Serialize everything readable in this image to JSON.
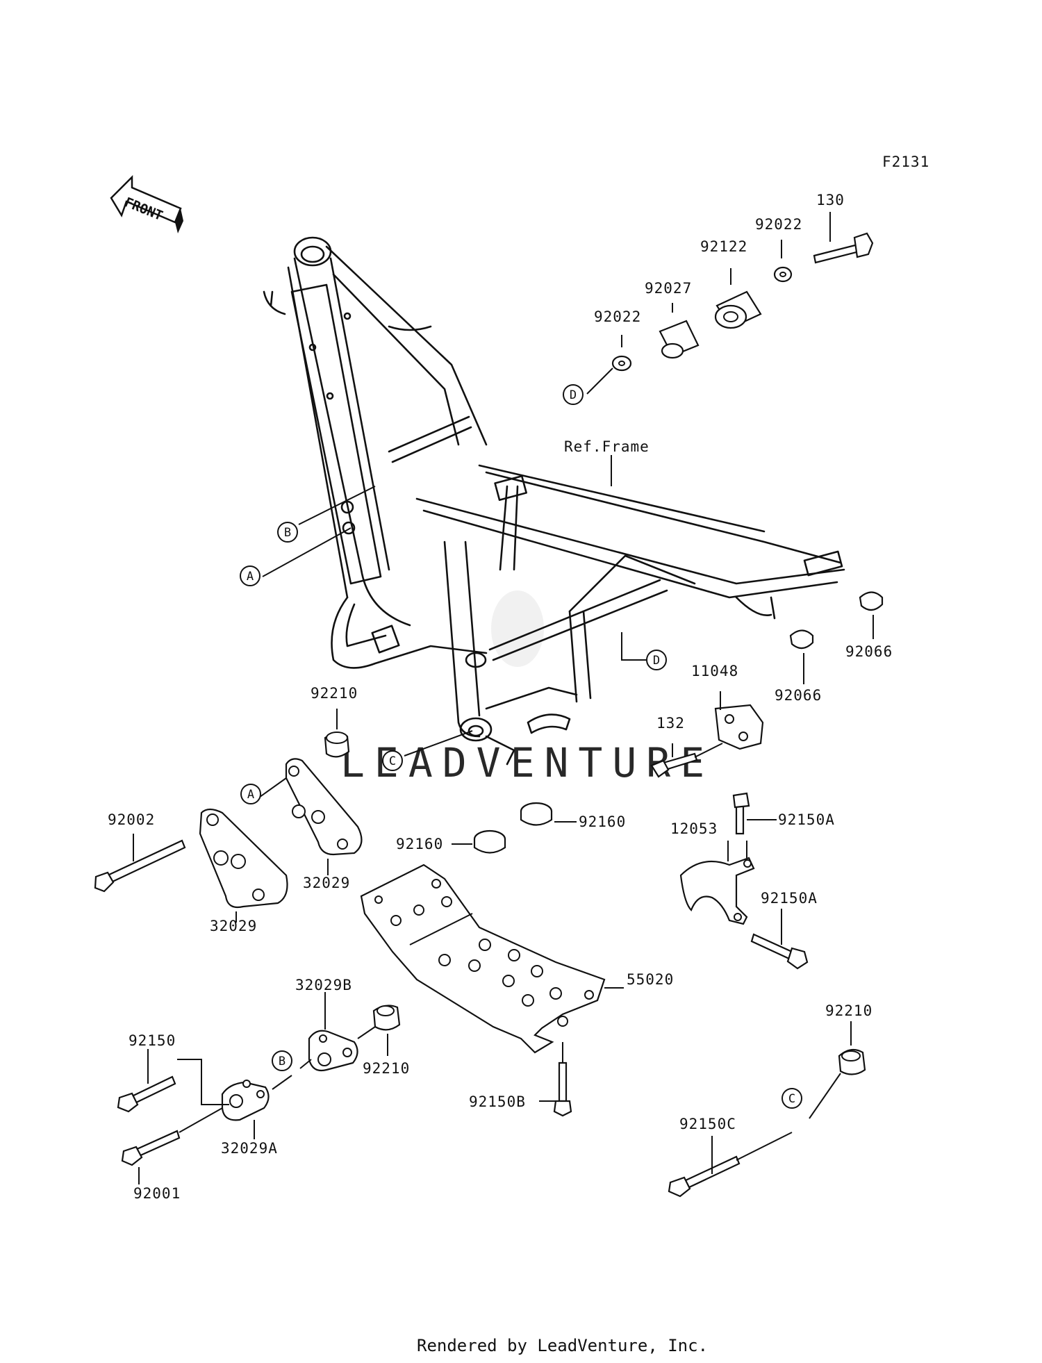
{
  "diagram": {
    "code": "F2131",
    "front_label": "FRONT",
    "ref_frame_label": "Ref.Frame",
    "watermark": "LEADVENTURE",
    "footer": "Rendered by LeadVenture, Inc."
  },
  "callouts": [
    {
      "id": "130",
      "label": "130"
    },
    {
      "id": "92022-top",
      "label": "92022"
    },
    {
      "id": "92122",
      "label": "92122"
    },
    {
      "id": "92027",
      "label": "92027"
    },
    {
      "id": "92022",
      "label": "92022"
    },
    {
      "id": "92066-a",
      "label": "92066"
    },
    {
      "id": "92066-b",
      "label": "92066"
    },
    {
      "id": "11048",
      "label": "11048"
    },
    {
      "id": "132",
      "label": "132"
    },
    {
      "id": "92210-top",
      "label": "92210"
    },
    {
      "id": "92002",
      "label": "92002"
    },
    {
      "id": "32029-left",
      "label": "32029"
    },
    {
      "id": "32029-right",
      "label": "32029"
    },
    {
      "id": "92160-right",
      "label": "92160"
    },
    {
      "id": "92160-left",
      "label": "92160"
    },
    {
      "id": "12053",
      "label": "12053"
    },
    {
      "id": "92150A-top",
      "label": "92150A"
    },
    {
      "id": "92150A-bottom",
      "label": "92150A"
    },
    {
      "id": "55020",
      "label": "55020"
    },
    {
      "id": "32029B",
      "label": "32029B"
    },
    {
      "id": "92210-mid",
      "label": "92210"
    },
    {
      "id": "92150",
      "label": "92150"
    },
    {
      "id": "32029A",
      "label": "32029A"
    },
    {
      "id": "92001",
      "label": "92001"
    },
    {
      "id": "92150B",
      "label": "92150B"
    },
    {
      "id": "92210-right",
      "label": "92210"
    },
    {
      "id": "92150C",
      "label": "92150C"
    }
  ],
  "reference_letters": {
    "A": "A",
    "B": "B",
    "C": "C",
    "D": "D"
  }
}
